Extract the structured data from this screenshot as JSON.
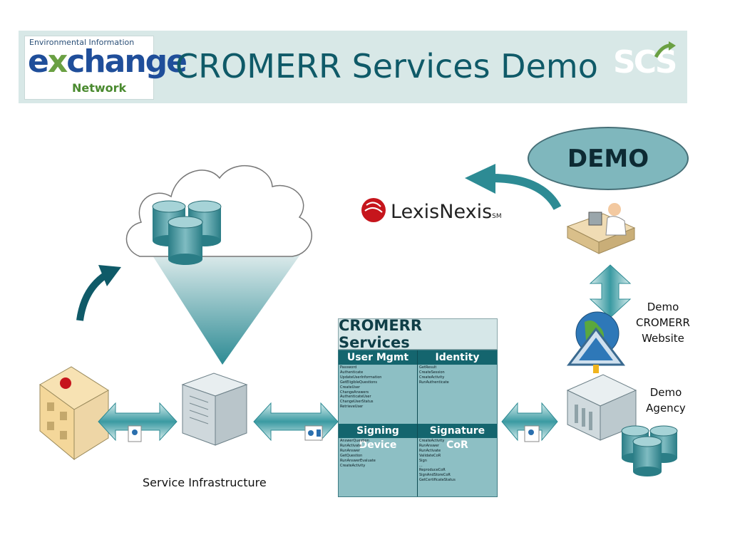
{
  "header": {
    "title": "CROMERR Services Demo",
    "logo": {
      "line1": "Environmental Information",
      "main_pre": "e",
      "main_x": "x",
      "main_post": "change",
      "line3": "Network"
    },
    "scs_logo": "SCS"
  },
  "demo": {
    "label": "DEMO"
  },
  "lexisnexis": {
    "name": "LexisNexis",
    "mark": "SM"
  },
  "services": {
    "title": "CROMERR Services",
    "user_mgmt": {
      "header": "User Mgmt",
      "items": [
        "Password",
        "Authenticate",
        "UpdateUserInformation",
        "GetEligibleQuestions",
        "CreateUser",
        "ChangeAnswers",
        "AuthenticateUser",
        "ChangeUserStatus",
        "RetrieveUser"
      ]
    },
    "identity": {
      "header": "Identity",
      "items": [
        "GetResult",
        "CreateSession",
        "CreateActivity",
        "RunAuthenticate"
      ]
    },
    "signing_device": {
      "header": "Signing Device",
      "items": [
        "AnswerQuestion",
        "RunActivate",
        "RunAnswer",
        "GetQuestion",
        "RunAnswerEvaluate",
        "CreateActivity"
      ]
    },
    "signature_cor": {
      "header": "Signature CoR",
      "items": [
        "CreateActivity",
        "RunAnswer",
        "RunActivate",
        "ValidateCoR",
        "Sign",
        "...",
        "ReproduceCoR",
        "SignAndStoreCoR",
        "GetCertificateStatus"
      ]
    }
  },
  "labels": {
    "demo_website": [
      "Demo",
      "CROMERR",
      "Website"
    ],
    "demo_agency": [
      "Demo",
      "Agency"
    ],
    "service_infrastructure": "Service Infrastructure"
  },
  "colors": {
    "teal_dark": "#0f5a68",
    "teal": "#2d8b94",
    "teal_light": "#8dbfc4",
    "header_bg": "#d8e8e7",
    "demo_ellipse": "#7fb7bd"
  },
  "icons": [
    "cloud-icon",
    "database-icon",
    "funnel-icon",
    "server-icon",
    "building-icon",
    "document-icon",
    "globe-icon",
    "agency-building-icon",
    "user-at-desk-icon",
    "arrow-icon"
  ]
}
